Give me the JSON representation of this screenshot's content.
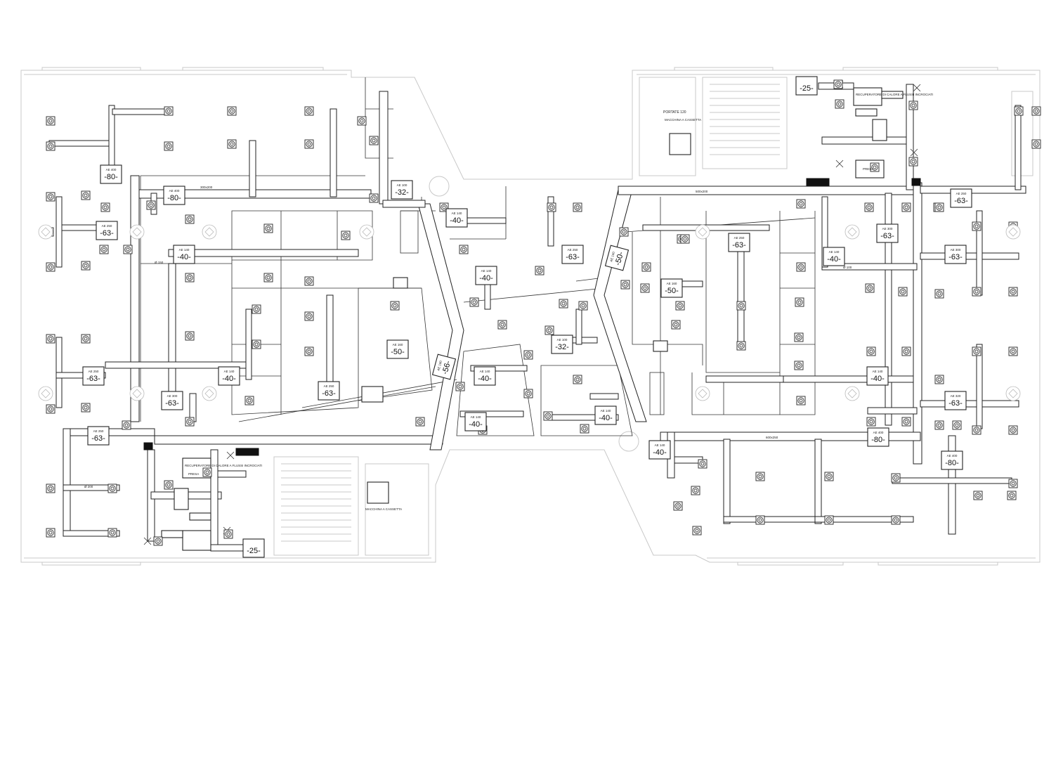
{
  "drawing": {
    "units": [
      {
        "model": "-80-",
        "code": "AE 400"
      },
      {
        "model": "-80-",
        "code": "AE 400"
      },
      {
        "model": "-63-",
        "code": "AE 250"
      },
      {
        "model": "-40-",
        "code": "AE 140"
      },
      {
        "model": "-63-",
        "code": "AE 250"
      },
      {
        "model": "-40-",
        "code": "AE 140"
      },
      {
        "model": "-63-",
        "code": "AE 300"
      },
      {
        "model": "-63-",
        "code": "AE 250"
      },
      {
        "model": "-63-",
        "code": "AE 250"
      },
      {
        "model": "-32-",
        "code": "AE 100"
      },
      {
        "model": "-40-",
        "code": "AE 140"
      },
      {
        "model": "-40-",
        "code": "AE 140"
      },
      {
        "model": "-50-",
        "code": "AE 160"
      },
      {
        "model": "-56-",
        "code": "AE 180"
      },
      {
        "model": "-40-",
        "code": "AE 140"
      },
      {
        "model": "-40-",
        "code": "AE 140"
      },
      {
        "model": "-63-",
        "code": "AE 250"
      },
      {
        "model": "-32-",
        "code": "AE 100"
      },
      {
        "model": "-40-",
        "code": "AE 140"
      },
      {
        "model": "-50-",
        "code": "AE 160"
      },
      {
        "model": "-40-",
        "code": "AE 140"
      },
      {
        "model": "-50-",
        "code": "AE 160"
      },
      {
        "model": "-63-",
        "code": "AE 250"
      },
      {
        "model": "-40-",
        "code": "AE 140"
      },
      {
        "model": "-63-",
        "code": "AE 300"
      },
      {
        "model": "-63-",
        "code": "AE 250"
      },
      {
        "model": "-63-",
        "code": "AE 300"
      },
      {
        "model": "-40-",
        "code": "AE 140"
      },
      {
        "model": "-63-",
        "code": "AE 320"
      },
      {
        "model": "-80-",
        "code": "AE 400"
      },
      {
        "model": "-80-",
        "code": "AE 400"
      },
      {
        "model": "-40-",
        "code": "AE 140"
      },
      {
        "model": "-25-",
        "code": ""
      },
      {
        "model": "-25-",
        "code": ""
      }
    ],
    "notes": {
      "cassette_unit_1": "MACCHINA A CASSETTA",
      "cassette_unit_2": "MACCHINA A CASSETTA",
      "portate": "PORTATE 120",
      "mech_1": "RECUPERATORE DI CALORE A FLUSSI INCROCIATI",
      "mech_2": "RECUPERATORE DI CALORE A FLUSSI INCROCIATI",
      "presa_1": "PRESA",
      "presa_2": "PRESA",
      "duct_a": "300x200",
      "duct_b": "500x200",
      "duct_c": "600x250",
      "round_a": "Ø 200",
      "round_b": "Ø 150",
      "round_c": "Ø 100"
    }
  }
}
